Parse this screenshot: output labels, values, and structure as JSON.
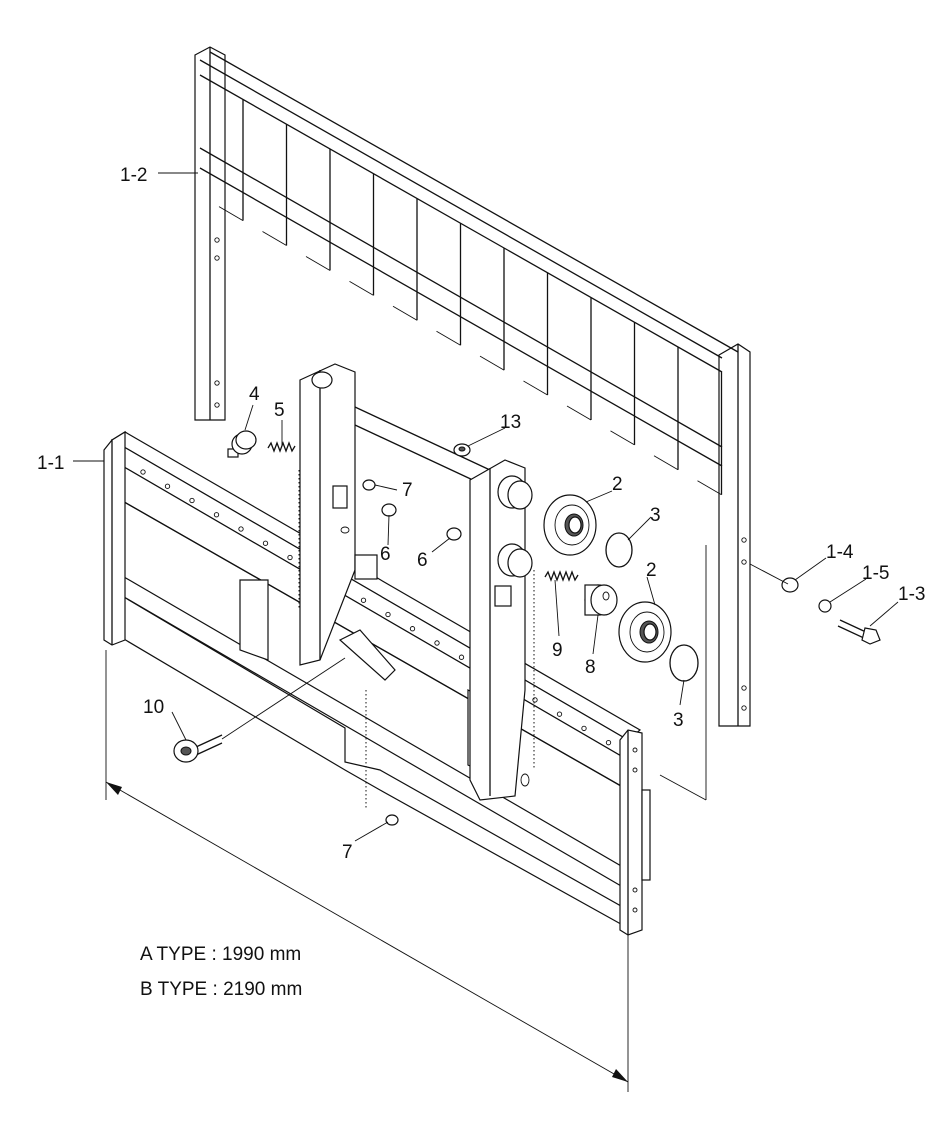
{
  "labels": {
    "p1_1": "1-1",
    "p1_2": "1-2",
    "p1_3": "1-3",
    "p1_4": "1-4",
    "p1_5": "1-5",
    "p2a": "2",
    "p2b": "2",
    "p3a": "3",
    "p3b": "3",
    "p4": "4",
    "p5": "5",
    "p6a": "6",
    "p6b": "6",
    "p7a": "7",
    "p7b": "7",
    "p8": "8",
    "p9": "9",
    "p10": "10",
    "p13": "13"
  },
  "types": {
    "a": "A TYPE : 1990 mm",
    "b": "B TYPE : 2190 mm"
  }
}
